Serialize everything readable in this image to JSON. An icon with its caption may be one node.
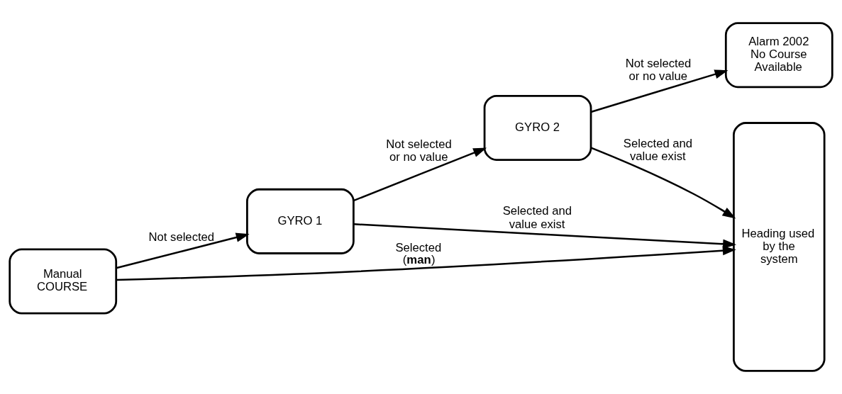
{
  "diagram": {
    "nodes": [
      {
        "text": [
          "Manual COURSE"
        ]
      },
      {
        "text": [
          "GYRO 1"
        ]
      },
      {
        "text": [
          "GYRO 2"
        ]
      },
      {
        "text": [
          "Alarm 2002 No Course Available"
        ]
      },
      {
        "text": [
          "Heading used by the system"
        ]
      }
    ],
    "edges": [
      {
        "from": 0,
        "to": 4,
        "arrow": "to",
        "label": "Selected (**man**)"
      },
      {
        "from": 0,
        "to": 1,
        "arrow": "to",
        "label": "Not selected"
      },
      {
        "from": 1,
        "to": 4,
        "arrow": "to",
        "label": "Selected and value exist"
      },
      {
        "from": 1,
        "to": 2,
        "arrow": "to",
        "label": "Not selected or no value"
      },
      {
        "from": 2,
        "to": 4,
        "arrow": "to",
        "label": "Selected and value exist"
      },
      {
        "from": 2,
        "to": 3,
        "arrow": "to",
        "label": "Not selected or no value"
      }
    ]
  }
}
